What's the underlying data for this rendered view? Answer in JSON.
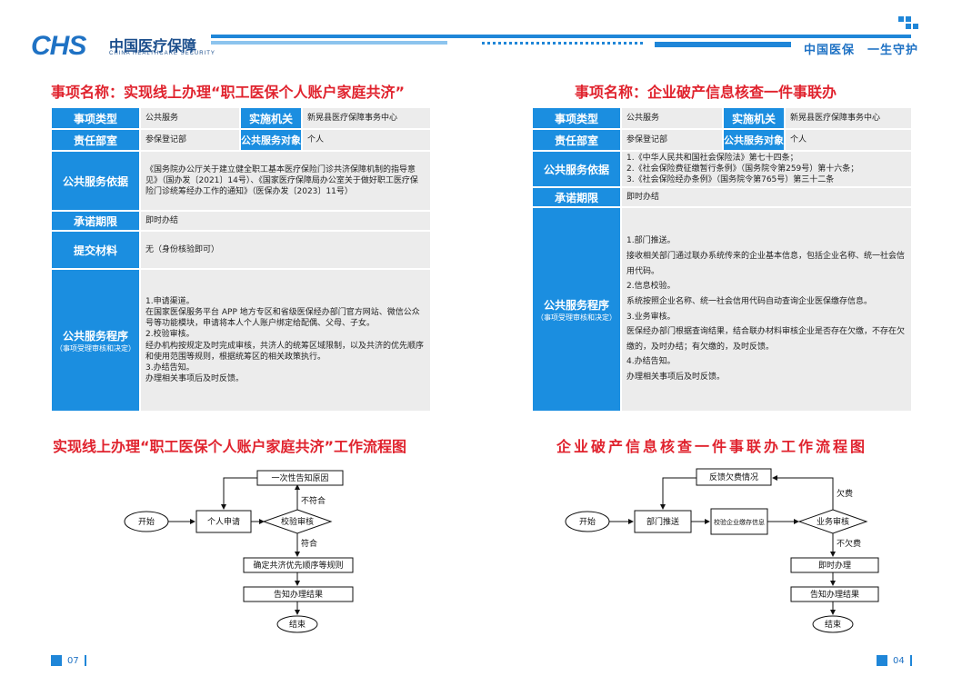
{
  "header": {
    "logo_mark": "CHS",
    "logo_cn": "中国医疗保障",
    "logo_en": "CHINA HEALTHCARE SECURITY",
    "slogan": "中国医保　一生守护"
  },
  "left": {
    "title_label": "事项名称：",
    "title_value": "实现线上办理“职工医保个人账户家庭共济”",
    "rows": {
      "type_label": "事项类型",
      "type_value": "公共服务",
      "agency_label": "实施机关",
      "agency_value": "新晃县医疗保障事务中心",
      "dept_label": "责任部室",
      "dept_value": "参保登记部",
      "target_label": "公共服务对象",
      "target_value": "个人",
      "basis_label": "公共服务依据",
      "basis_value": "《国务院办公厅关于建立健全职工基本医疗保险门诊共济保障机制的指导意见》（国办发〔2021〕14号）、《国家医疗保障局办公室关于做好职工医疗保险门诊统筹经办工作的通知》（医保办发〔2023〕11号）",
      "deadline_label": "承诺期限",
      "deadline_value": "即时办结",
      "materials_label": "提交材料",
      "materials_value": "无（身份核验即可）",
      "procedure_label": "公共服务程序",
      "procedure_sub": "（事项受理审核和决定）",
      "procedure_value": "1.申请渠道。\n在国家医保服务平台 APP 地方专区和省级医保经办部门官方网站、微信公众号等功能模块，申请将本人个人账户绑定给配偶、父母、子女。\n2.校验审核。\n经办机构按规定及时完成审核，共济人的统筹区域限制，以及共济的优先顺序和使用范围等规则，根据统筹区的相关政策执行。\n3.办结告知。\n办理相关事项后及时反馈。"
    },
    "flow_title": "实现线上办理“职工医保个人账户家庭共济”工作流程图",
    "flow": {
      "start": "开始",
      "apply": "个人申请",
      "check": "校验审核",
      "notify_reason": "一次性告知原因",
      "fail": "不符合",
      "pass": "符合",
      "order_rule": "确定共济优先顺序等规则",
      "result": "告知办理结果",
      "end": "结束"
    },
    "page_no": "07"
  },
  "right": {
    "title_label": "事项名称：",
    "title_value": "企业破产信息核查一件事联办",
    "rows": {
      "type_label": "事项类型",
      "type_value": "公共服务",
      "agency_label": "实施机关",
      "agency_value": "新晃县医疗保障事务中心",
      "dept_label": "责任部室",
      "dept_value": "参保登记部",
      "target_label": "公共服务对象",
      "target_value": "个人",
      "basis_label": "公共服务依据",
      "basis_value": "1.《中华人民共和国社会保险法》第七十四条；\n2.《社会保险费征缴暂行条例》（国务院令第259号）第十六条；\n3.《社会保险经办条例》（国务院令第765号）第三十二条",
      "deadline_label": "承诺期限",
      "deadline_value": "即时办结",
      "procedure_label": "公共服务程序",
      "procedure_sub": "（事项受理审核和决定）",
      "procedure_value": "1.部门推送。\n接收相关部门通过联办系统传来的企业基本信息，包括企业名称、统一社会信用代码。\n2.信息校验。\n系统按照企业名称、统一社会信用代码自动查询企业医保缴存信息。\n3.业务审核。\n医保经办部门根据查询结果，结合联办材料审核企业是否存在欠缴，不存在欠缴的，及时办结；有欠缴的，及时反馈。\n4.办结告知。\n办理相关事项后及时反馈。"
    },
    "flow_title": "企业破产信息核查一件事联办工作流程图",
    "flow": {
      "start": "开始",
      "push": "部门推送",
      "verify": "校验企业缴存信息",
      "review": "业务审核",
      "feedback": "反馈欠费情况",
      "owed": "欠费",
      "not_owed": "不欠费",
      "instant": "即时办理",
      "result": "告知办理结果",
      "end": "结束"
    },
    "page_no": "04"
  },
  "colors": {
    "accent_blue": "#1b8ee0",
    "title_red": "#e0232e",
    "cell_gray": "#ececec"
  }
}
